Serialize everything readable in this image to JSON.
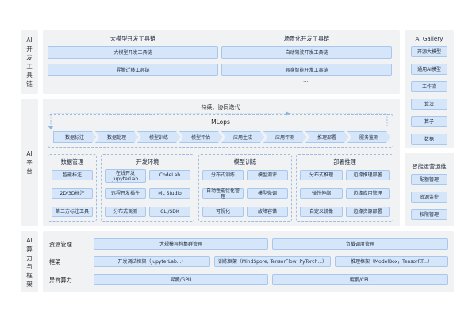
{
  "sections": {
    "toolchain": "AI开发工具链",
    "platform": "AI平台",
    "compute": "AI算力与框架"
  },
  "toolchain": {
    "left_title": "大模型开发工具链",
    "right_title": "场景化开发工具链",
    "left_items": [
      "大模型开发工具链",
      "昇腾迁移工具链"
    ],
    "right_items": [
      "自动驾驶开发工具链",
      "具身智能开发工具链"
    ],
    "more": "···"
  },
  "mlops": {
    "iteration_label": "持续、协同迭代",
    "title": "MLops",
    "stages": [
      "数据标注",
      "数据处理",
      "模型训练",
      "模型评估",
      "应用生成",
      "应用评测",
      "推理部署",
      "服务监测"
    ]
  },
  "modules": {
    "data": {
      "title": "数据管理",
      "items": [
        "智能标注",
        "2D/3D标注",
        "第三方标注工具"
      ]
    },
    "dev": {
      "title": "开发环境",
      "items": [
        "在线开发 JupyterLab",
        "CodeLab",
        "远程开发插件",
        "ML Studio",
        "分布式调测",
        "CLI/SDK"
      ]
    },
    "train": {
      "title": "模型训练",
      "items": [
        "分布式训练",
        "模型测评",
        "自动性能优化管理",
        "模型微调",
        "可视化",
        "故障容错"
      ]
    },
    "deploy": {
      "title": "部署推理",
      "items": [
        "分布式推理",
        "边缘推理部署",
        "弹性伸缩",
        "边缘应用管理",
        "自定义镜像",
        "边缘资源部署"
      ]
    }
  },
  "gallery": {
    "title": "AI Gallery",
    "items": [
      "开源大模型",
      "通用AI模型",
      "工作流",
      "算法",
      "算子",
      "数据"
    ]
  },
  "ops": {
    "title": "智能运营运维",
    "items": [
      "配额管理",
      "资源监控",
      "权限管理"
    ]
  },
  "compute": {
    "rows": [
      {
        "label": "资源管理",
        "cells": [
          "大规模异构集群管理",
          "负载调度管理"
        ]
      },
      {
        "label": "框架",
        "cells": [
          "开发调试框架（JupyterLab...）",
          "训练框架（MindSpore, TensorFlow, PyTorch...）",
          "推理框架（ModelBox，TensorRT...）"
        ]
      },
      {
        "label": "异构算力",
        "cells": [
          "昇腾/GPU",
          "鲲鹏/CPU"
        ]
      }
    ]
  }
}
